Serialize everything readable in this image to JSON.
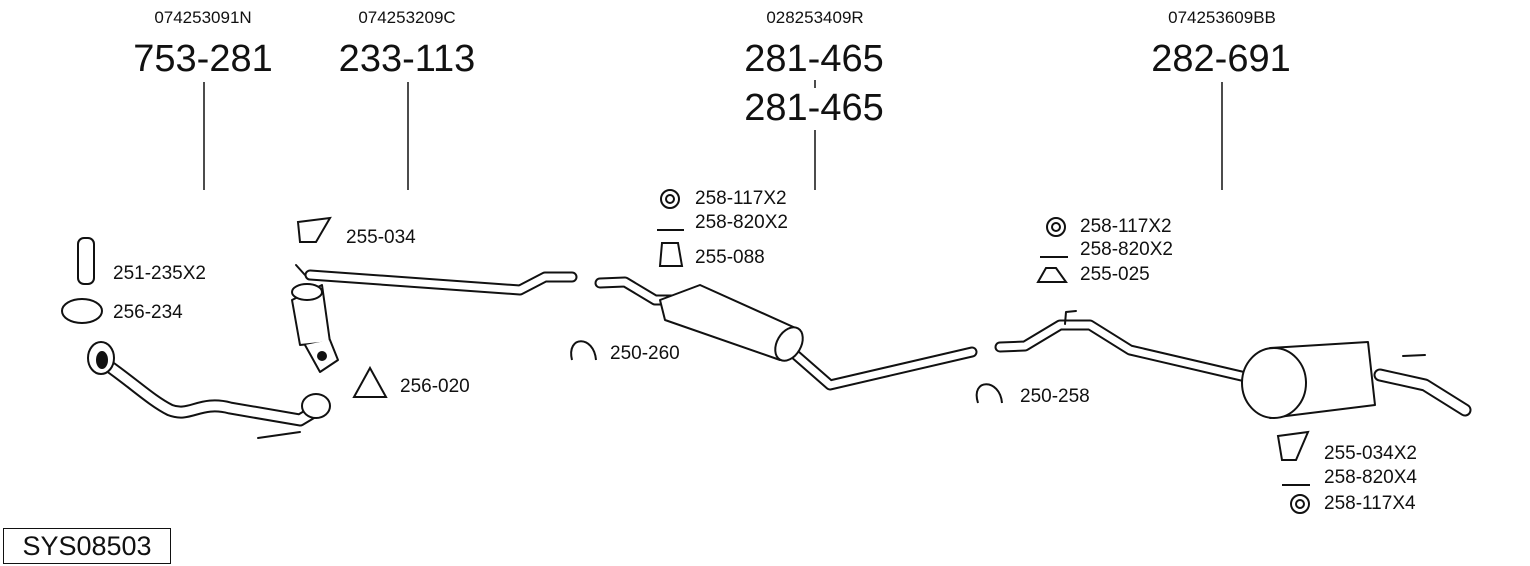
{
  "columns": [
    {
      "oem": "074253091N",
      "part": "753-281"
    },
    {
      "oem": "074253209C",
      "part": "233-113"
    },
    {
      "oem": "028253409R",
      "part": "281-465",
      "part_repeat": "281-465"
    },
    {
      "oem": "074253609BB",
      "part": "282-691"
    }
  ],
  "accessories": {
    "a1": {
      "label": "251-235X2",
      "icon": "bracket-icon"
    },
    "a2": {
      "label": "256-234",
      "icon": "sealing-ring-icon"
    },
    "a3": {
      "label": "255-034",
      "icon": "rubber-hanger-icon"
    },
    "a4": {
      "label": "256-020",
      "icon": "gasket-icon"
    },
    "a5": {
      "label": "258-117X2",
      "icon": "washer-icon"
    },
    "a6": {
      "label": "258-820X2",
      "icon": "bolt-icon"
    },
    "a7": {
      "label": "255-088",
      "icon": "rubber-mount-icon"
    },
    "a8": {
      "label": "250-260",
      "icon": "clamp-icon"
    },
    "a9": {
      "label": "258-117X2",
      "icon": "washer-icon"
    },
    "a10": {
      "label": "258-820X2",
      "icon": "bolt-icon"
    },
    "a11": {
      "label": "255-025",
      "icon": "rubber-mount-icon"
    },
    "a12": {
      "label": "250-258",
      "icon": "clamp-icon"
    },
    "a13": {
      "label": "255-034X2",
      "icon": "rubber-hanger-icon"
    },
    "a14": {
      "label": "258-820X4",
      "icon": "bolt-icon"
    },
    "a15": {
      "label": "258-117X4",
      "icon": "washer-icon"
    }
  },
  "system_id": "SYS08503"
}
